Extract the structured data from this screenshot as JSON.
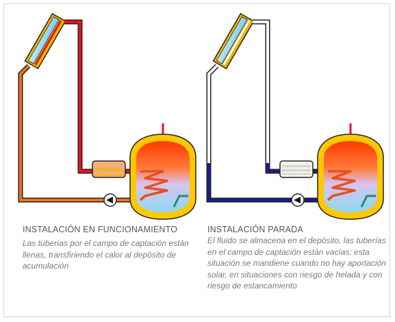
{
  "panels": [
    {
      "title": "INSTALACIÓN EN FUNCIONAMIENTO",
      "description": "Las tuberías por el campo de captación están llenas, transfiriendo el calor al depósito de acumulación",
      "state": "running"
    },
    {
      "title": "INSTALACIÓN PARADA",
      "description": "El fluido se almacena en el depósito, las tuberías en el campo de captación están vacías; esta situación se mandiene cuando no hay aportación solar, en situaciones con riesgo de helada y con riesgo de estancamiento",
      "state": "stopped"
    }
  ],
  "colors": {
    "hot_pipe": "#e8141c",
    "warm_pipe": "#f07020",
    "cold_pipe": "#1a1a8c",
    "empty_pipe": "#ffffff",
    "tank_shell": "#ffc800",
    "collector_glass": "#8fd3f0",
    "collector_frame": "#f2b400",
    "coil": "#e8501e",
    "cold_water_outlet": "#1c8c6e"
  }
}
